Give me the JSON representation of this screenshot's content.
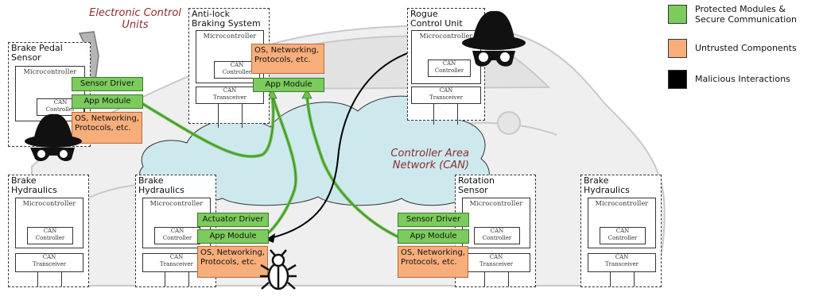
{
  "title": {
    "line1": "Electronic Control",
    "line2": "Units"
  },
  "can_label": {
    "line1": "Controller Area",
    "line2": "Network (CAN)"
  },
  "legend": [
    {
      "color": "#7ccb5d",
      "line1": "Protected Modules &",
      "line2": "Secure Communication"
    },
    {
      "color": "#f7ae7b",
      "line1": "Untrusted Components",
      "line2": ""
    },
    {
      "color": "#000000",
      "line1": "Malicious Interactions",
      "line2": ""
    }
  ],
  "ecu_common": {
    "microcontroller": "Microcontroller",
    "can_controller_1": "CAN",
    "can_controller_2": "Controller",
    "transceiver_1": "CAN",
    "transceiver_2": "Transceiver"
  },
  "ecus": {
    "brake_pedal": {
      "title": "Brake Pedal\nSensor",
      "sensor_driver": "Sensor Driver",
      "app_module": "App Module",
      "os": "OS, Networking,\nProtocols, etc."
    },
    "abs": {
      "title": "Anti-lock\nBraking System",
      "os": "OS, Networking,\nProtocols, etc.",
      "app_module": "App Module"
    },
    "rogue": {
      "title": "Rogue\nControl Unit"
    },
    "hyd1": {
      "title": "Brake\nHydraulics"
    },
    "hyd2": {
      "title": "Brake\nHydraulics",
      "actuator_driver": "Actuator Driver",
      "app_module": "App Module",
      "os": "OS, Networking,\nProtocols, etc."
    },
    "rotation": {
      "title": "Rotation\nSensor",
      "sensor_driver": "Sensor Driver",
      "app_module": "App Module",
      "os": "OS, Networking,\nProtocols, etc."
    },
    "hyd3": {
      "title": "Brake\nHydraulics"
    }
  }
}
